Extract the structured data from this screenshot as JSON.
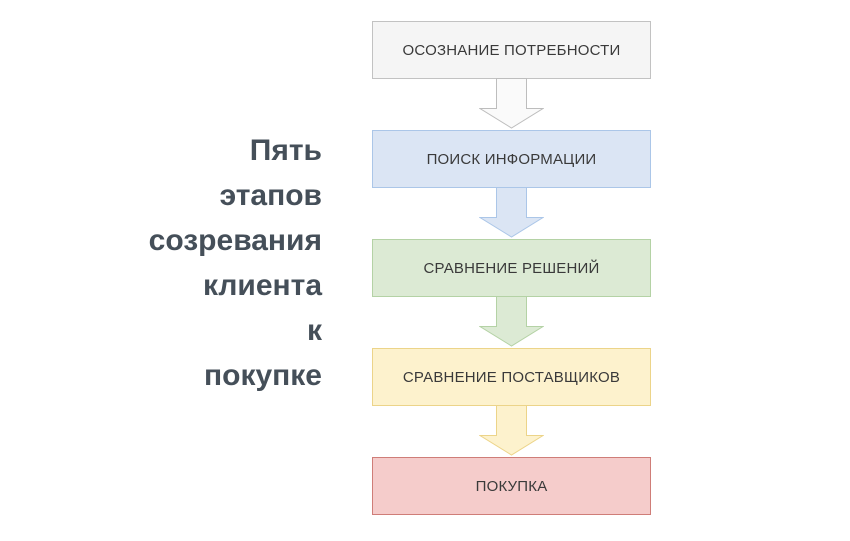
{
  "title": {
    "lines": [
      "Пять",
      "этапов",
      "созревания",
      "клиента",
      "к",
      "покупке"
    ],
    "color": "#454f59"
  },
  "flow": {
    "label_color": "#3a3a3a",
    "stages": [
      {
        "label": "ОСОЗНАНИЕ ПОТРЕБНОСТИ",
        "fill": "#f5f5f5",
        "border": "#c2c2c2"
      },
      {
        "label": "ПОИСК ИНФОРМАЦИИ",
        "fill": "#dbe5f4",
        "border": "#abc6e8"
      },
      {
        "label": "СРАВНЕНИЕ РЕШЕНИЙ",
        "fill": "#dcead4",
        "border": "#b4d2a5"
      },
      {
        "label": "СРАВНЕНИЕ ПОСТАВЩИКОВ",
        "fill": "#fdf2cd",
        "border": "#ecd489"
      },
      {
        "label": "ПОКУПКА",
        "fill": "#f5cccb",
        "border": "#cf7d78"
      }
    ],
    "arrows": [
      {
        "name": "arrow-1",
        "fill": "#fafafa",
        "stroke": "#bdbdbd"
      },
      {
        "name": "arrow-2",
        "fill": "#dbe5f4",
        "stroke": "#abc6e8"
      },
      {
        "name": "arrow-3",
        "fill": "#dcead4",
        "stroke": "#b4d2a5"
      },
      {
        "name": "arrow-4",
        "fill": "#fdf2cd",
        "stroke": "#ecd489"
      }
    ]
  }
}
